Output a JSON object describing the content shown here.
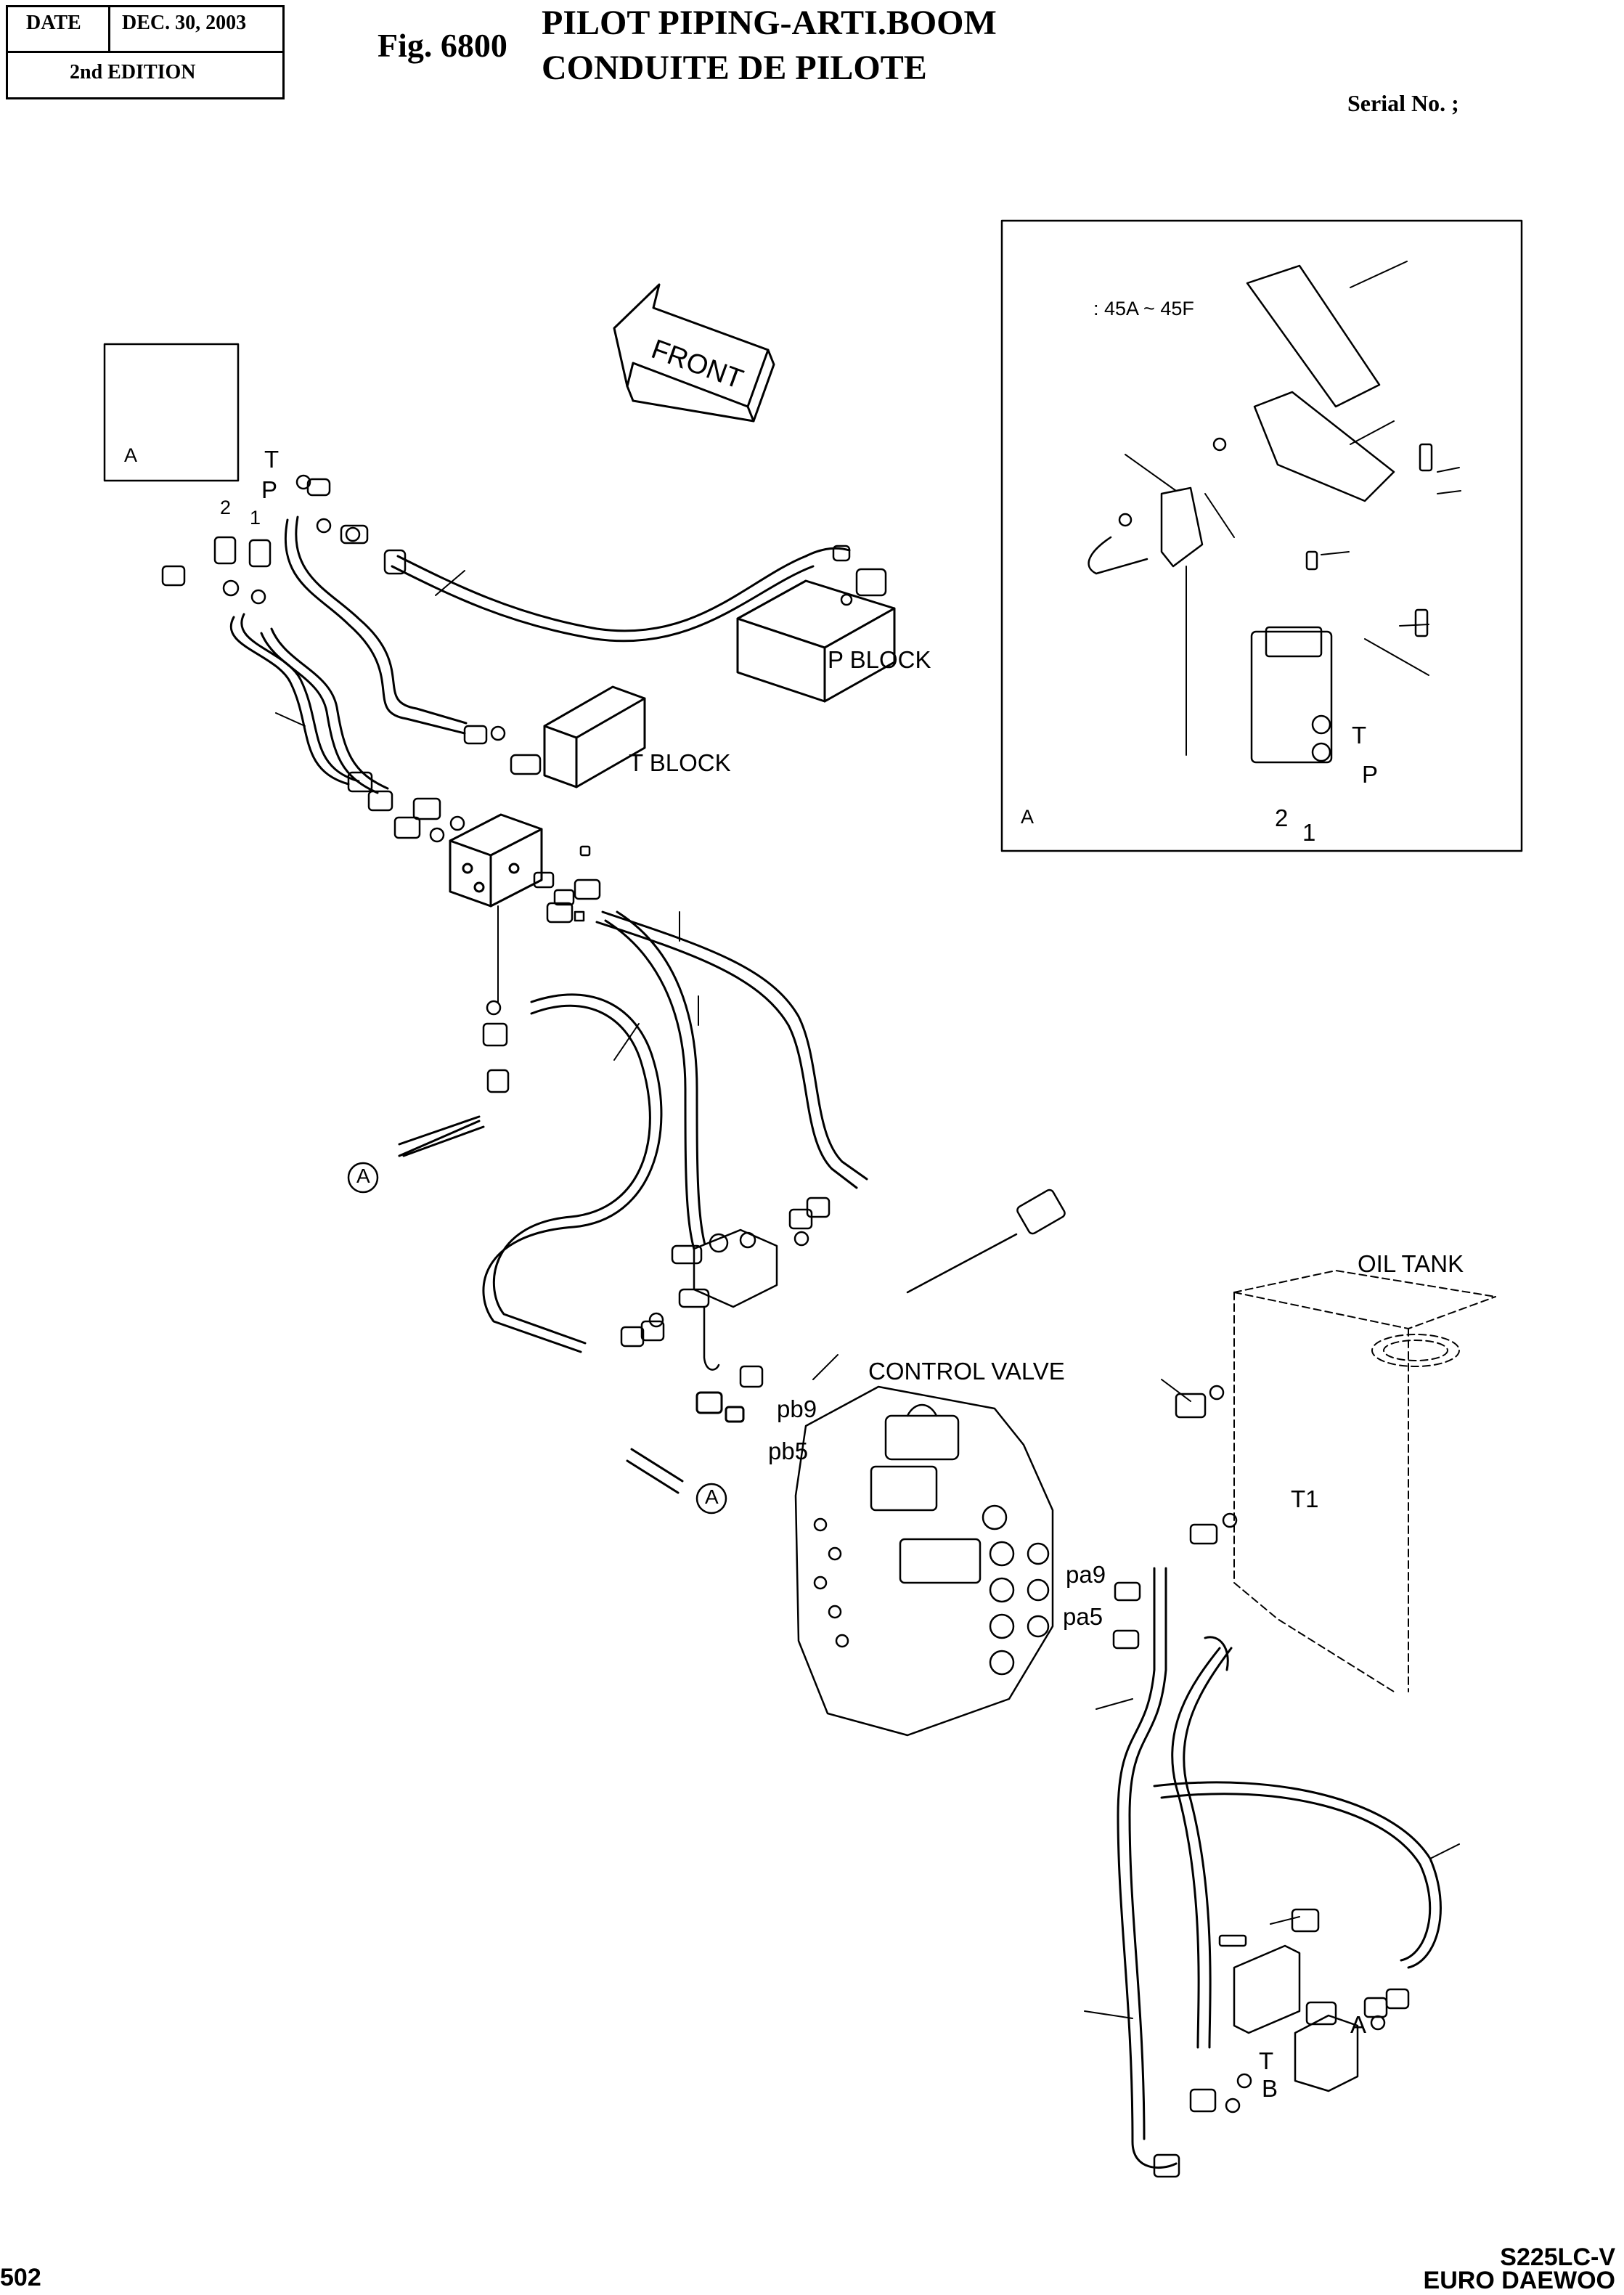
{
  "header": {
    "date_label": "DATE",
    "date_value": "DEC. 30, 2003",
    "edition": "2nd EDITION"
  },
  "title": {
    "fig": "Fig. 6800",
    "line1": "PILOT PIPING-ARTI.BOOM",
    "line2": "CONDUITE DE PILOTE"
  },
  "serial": "Serial No. ;",
  "callouts": {
    "front": "FRONT",
    "inset_a_small": "A",
    "t": "T",
    "p": "P",
    "n2": "2",
    "n1": "1",
    "p_block": "P  BLOCK",
    "t_block": "T  BLOCK",
    "a_circle_1": "A",
    "a_circle_2": "A",
    "control_valve": "CONTROL VALVE",
    "pb9": "pb9",
    "pb5": "pb5",
    "pa9": "pa9",
    "pa5": "pa5",
    "oil_tank": "OIL TANK",
    "t1": "T1",
    "port_a": "A",
    "port_t": "T",
    "port_b": "B"
  },
  "inset": {
    "range": ": 45A ~ 45F",
    "t": "T",
    "p": "P",
    "n2": "2",
    "n1": "1",
    "a": "A"
  },
  "footer": {
    "page": "502",
    "model": "S225LC-V",
    "brand": "EURO DAEWOO"
  }
}
